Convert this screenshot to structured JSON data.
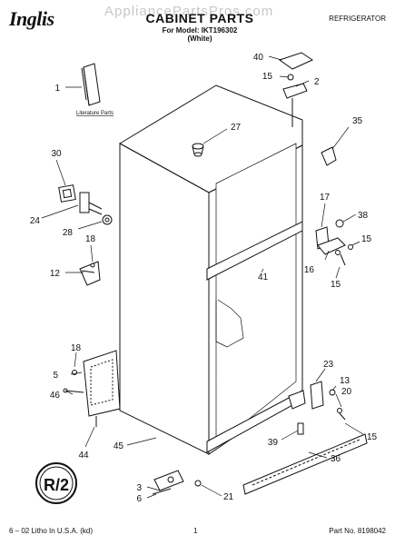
{
  "header": {
    "brand": "Inglis",
    "watermark": "AppliancePartsPros.com",
    "title": "CABINET PARTS",
    "model_line": "For Model: IKT196302",
    "color_line": "(White)",
    "category": "REFRIGERATOR"
  },
  "footer": {
    "print_info": "6 – 02 Litho In U.S.A. (kd)",
    "page_number": "1",
    "part_number": "Part No. 8198042"
  },
  "literature_label": "Literature Parts",
  "callouts": [
    "1",
    "2",
    "3",
    "5",
    "6",
    "12",
    "13",
    "15",
    "15",
    "15",
    "15",
    "16",
    "17",
    "18",
    "18",
    "20",
    "21",
    "23",
    "24",
    "27",
    "28",
    "30",
    "35",
    "36",
    "38",
    "39",
    "40",
    "41",
    "44",
    "45",
    "46"
  ],
  "badge": "R/2"
}
